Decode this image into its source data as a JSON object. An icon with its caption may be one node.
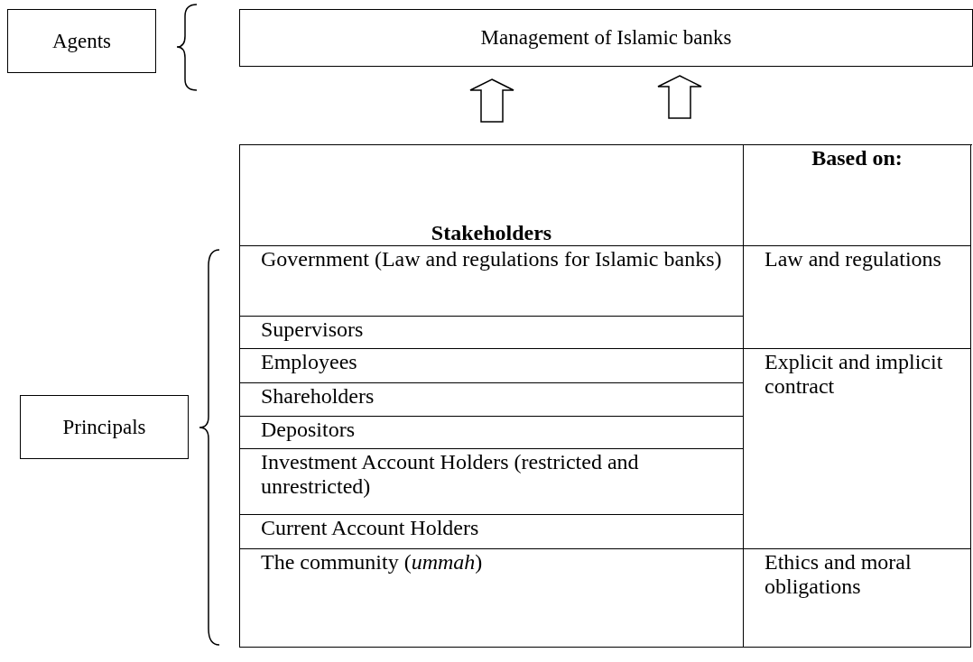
{
  "diagram": {
    "nodes": [
      {
        "text": [
          "Agents"
        ]
      },
      {
        "text": [
          "Management of Islamic banks"
        ]
      },
      {
        "text": [
          "Principals"
        ]
      }
    ],
    "edges": [
      {
        "from": null,
        "to": 1,
        "arrow": "to"
      },
      {
        "from": null,
        "to": 1,
        "arrow": "to"
      }
    ],
    "labels": [
      "Based on:",
      "Stakeholders",
      "Government (Law and regulations for Islamic banks)",
      "Law and regulations",
      "Supervisors",
      "Employees",
      "Explicit and implicit contract",
      "Shareholders",
      "Depositors",
      "Investment Account Holders (restricted and unrestricted)",
      "Current Account Holders",
      "The community (*ummah*)",
      "Ethics and moral obligations"
    ]
  }
}
